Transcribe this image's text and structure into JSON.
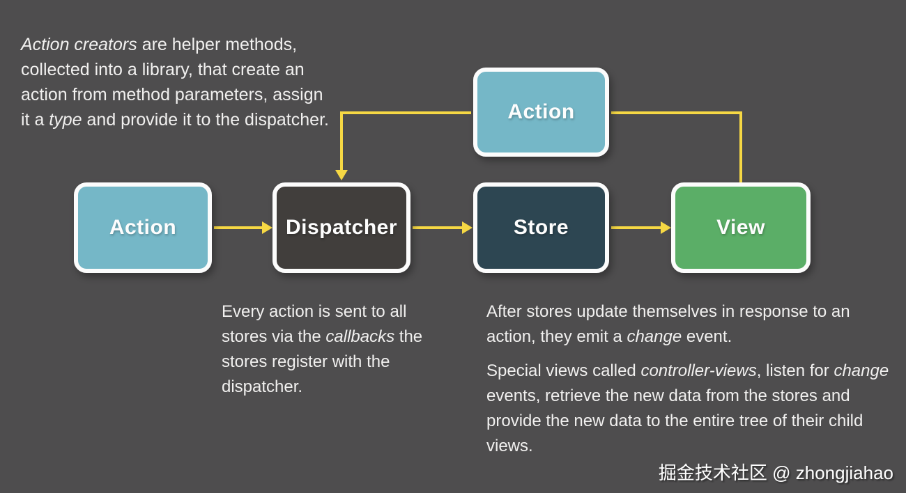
{
  "diagram": {
    "title_semantic": "flux-architecture-diagram",
    "background_color": "#4e4d4e",
    "wire_color": "#f6d844",
    "border_color": "#fcfcfc",
    "nodes": [
      {
        "id": "action-top",
        "label": "Action",
        "color": "#75b7c7"
      },
      {
        "id": "action",
        "label": "Action",
        "color": "#75b7c7"
      },
      {
        "id": "dispatcher",
        "label": "Dispatcher",
        "color": "#413e3c"
      },
      {
        "id": "store",
        "label": "Store",
        "color": "#2d4652"
      },
      {
        "id": "view",
        "label": "View",
        "color": "#5bae67"
      }
    ],
    "edges": [
      "action -> dispatcher",
      "dispatcher -> store",
      "store -> view",
      "view -> action-top",
      "action-top -> dispatcher"
    ]
  },
  "notes": {
    "action_creators": [
      [
        {
          "t": "Action creators",
          "i": true
        },
        {
          "t": " are helper methods, collected into a library, that create an action from method parameters, assign it a ",
          "i": false
        },
        {
          "t": "type",
          "i": true
        },
        {
          "t": " and provide it to the dispatcher.",
          "i": false
        }
      ]
    ],
    "dispatcher_note": [
      [
        {
          "t": "Every action is sent to all stores via the ",
          "i": false
        },
        {
          "t": "callbacks",
          "i": true
        },
        {
          "t": " the stores register with the dispatcher.",
          "i": false
        }
      ]
    ],
    "store_note": [
      [
        {
          "t": "After stores update themselves in response to an action, they emit a ",
          "i": false
        },
        {
          "t": "change",
          "i": true
        },
        {
          "t": " event.",
          "i": false
        }
      ],
      [
        {
          "t": "Special views called ",
          "i": false
        },
        {
          "t": "controller-views",
          "i": true
        },
        {
          "t": ", listen for ",
          "i": false
        },
        {
          "t": "change",
          "i": true
        },
        {
          "t": " events, retrieve the new data from the stores and provide the new data to the entire tree of their child views.",
          "i": false
        }
      ]
    ]
  },
  "watermark": "掘金技术社区 @ zhongjiahao"
}
